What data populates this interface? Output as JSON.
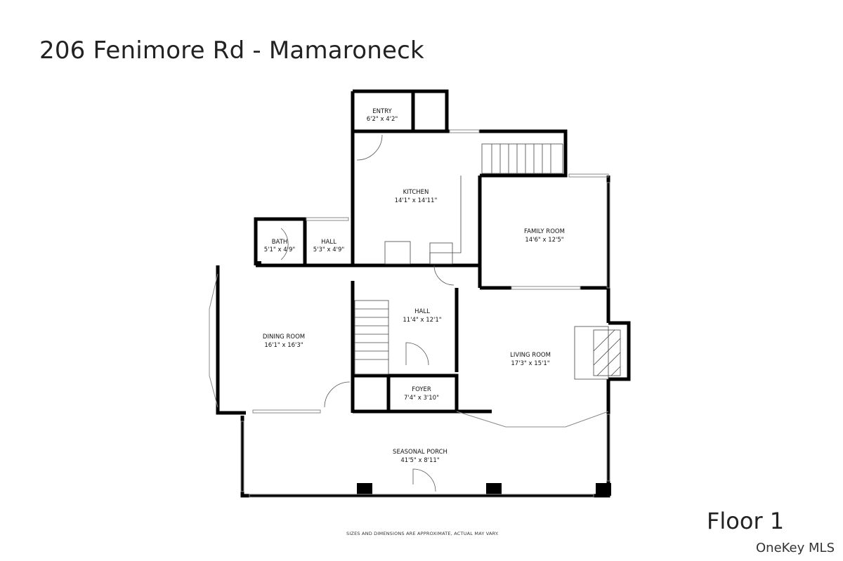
{
  "header": {
    "title": "206 Fenimore Rd - Mamaroneck"
  },
  "floor_label": "Floor 1",
  "disclaimer": "SIZES AND DIMENSIONS ARE APPROXIMATE, ACTUAL MAY VARY.",
  "brand": "OneKey MLS",
  "rooms": [
    {
      "name": "ENTRY",
      "size": "6'2\" x 4'2\""
    },
    {
      "name": "KITCHEN",
      "size": "14'1\" x 14'11\""
    },
    {
      "name": "FAMILY ROOM",
      "size": "14'6\" x 12'5\""
    },
    {
      "name": "BATH",
      "size": "5'1\" x 4'9\""
    },
    {
      "name": "HALL",
      "size": "5'3\" x 4'9\""
    },
    {
      "name": "HALL",
      "size": "11'4\" x 12'1\""
    },
    {
      "name": "DINING ROOM",
      "size": "16'1\" x 16'3\""
    },
    {
      "name": "LIVING ROOM",
      "size": "17'3\" x 15'1\""
    },
    {
      "name": "FOYER",
      "size": "7'4\" x 3'10\""
    },
    {
      "name": "SEASONAL PORCH",
      "size": "41'5\" x 8'11\""
    }
  ]
}
